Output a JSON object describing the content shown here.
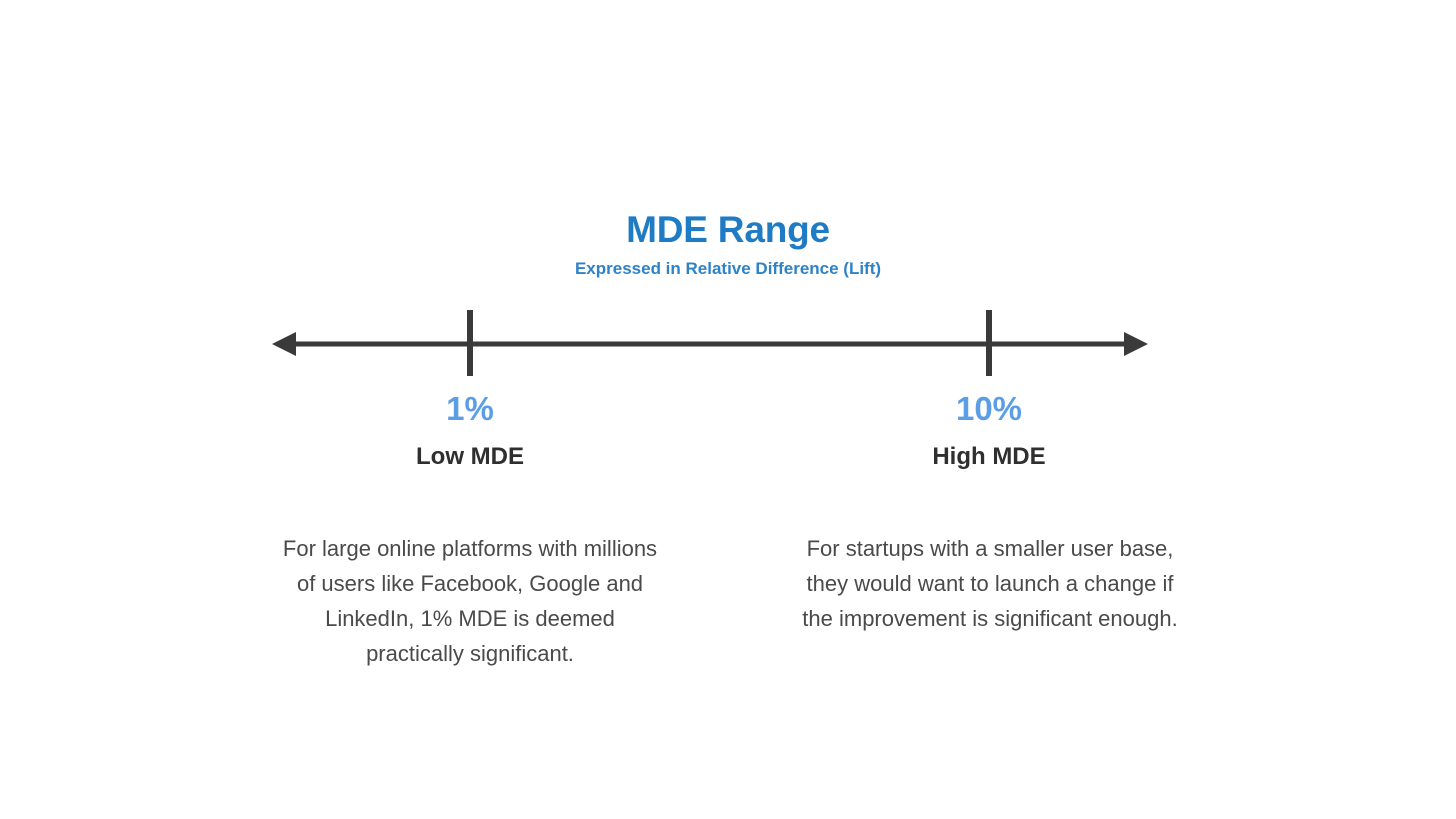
{
  "chart_data": {
    "type": "line",
    "title": "MDE Range",
    "subtitle": "Expressed in Relative Difference (Lift)",
    "xlabel": "",
    "ylabel": "",
    "orientation": "horizontal",
    "axis": {
      "style": "double-headed-arrow",
      "color": "#3A3A3A",
      "thickness_px": 5,
      "left_arrow": true,
      "right_arrow": true,
      "grid": false
    },
    "categories": [
      "Low MDE",
      "High MDE"
    ],
    "values": [
      1,
      10
    ],
    "tick_labels": [
      "1%",
      "10%"
    ],
    "annotations": [
      "For large online platforms with millions of users like Facebook, Google and LinkedIn, 1% MDE is deemed practically significant.",
      "For startups with a smaller user base, they would want to launch a change if the improvement is significant enough."
    ],
    "legend": null
  },
  "header": {
    "title": "MDE Range",
    "subtitle": "Expressed in Relative Difference (Lift)"
  },
  "axis": {
    "icon_left": "arrow-left-icon",
    "icon_right": "arrow-right-icon",
    "tick_low_name": "tick-mark-low",
    "tick_high_name": "tick-mark-high"
  },
  "markers": [
    {
      "value": "1%",
      "label": "Low MDE",
      "description": "For large online platforms with millions of users like Facebook, Google and LinkedIn, 1% MDE is deemed practically significant."
    },
    {
      "value": "10%",
      "label": "High MDE",
      "description": "For startups with a smaller user base, they would want to launch a change if the improvement is significant enough."
    }
  ],
  "colors": {
    "title_blue": "#1F7CC4",
    "subtitle_blue": "#2E82C6",
    "value_blue": "#5C9EE5",
    "label_dark": "#2F2F2F",
    "body_gray": "#4A4A4A",
    "axis_dark": "#3A3A3A",
    "background": "#FFFFFF"
  }
}
